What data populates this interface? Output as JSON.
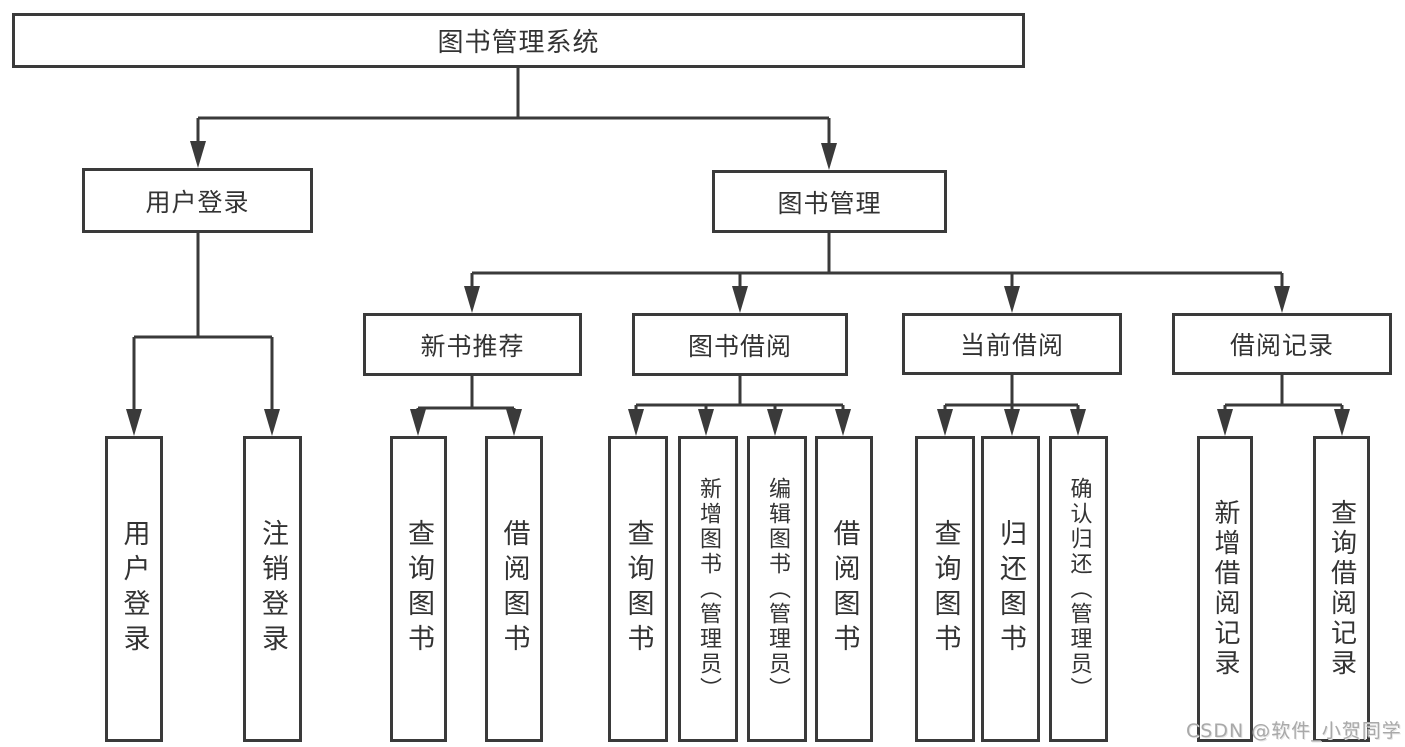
{
  "tree": {
    "label": "图书管理系统",
    "children": [
      {
        "label": "用户登录",
        "children": [
          {
            "label": "用户登录"
          },
          {
            "label": "注销登录"
          }
        ]
      },
      {
        "label": "图书管理",
        "children": [
          {
            "label": "新书推荐",
            "children": [
              {
                "label": "查询图书"
              },
              {
                "label": "借阅图书"
              }
            ]
          },
          {
            "label": "图书借阅",
            "children": [
              {
                "label": "查询图书"
              },
              {
                "label": "新增图书（管理员）"
              },
              {
                "label": "编辑图书（管理员）"
              },
              {
                "label": "借阅图书"
              }
            ]
          },
          {
            "label": "当前借阅",
            "children": [
              {
                "label": "查询图书"
              },
              {
                "label": "归还图书"
              },
              {
                "label": "确认归还（管理员）"
              }
            ]
          },
          {
            "label": "借阅记录",
            "children": [
              {
                "label": "新增借阅记录"
              },
              {
                "label": "查询借阅记录"
              }
            ]
          }
        ]
      }
    ]
  },
  "watermark": "CSDN @软件_小贺同学",
  "colors": {
    "line": "#3a3a3a",
    "border": "#3a3a3a",
    "text": "#333333",
    "background": "#ffffff",
    "watermark": "#a9a9a9"
  }
}
